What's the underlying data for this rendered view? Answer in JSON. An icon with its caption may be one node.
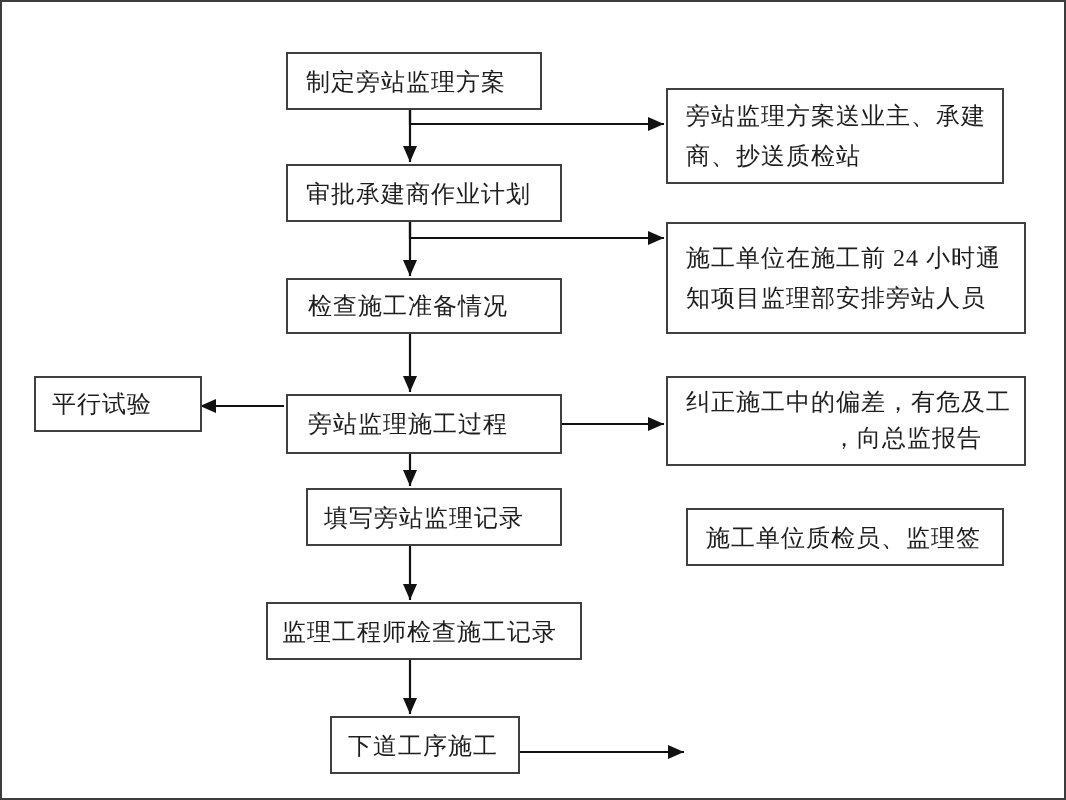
{
  "diagram": {
    "nodes": [
      {
        "text": [
          "制定旁站监理方案"
        ]
      },
      {
        "text": [
          "旁站监理方案送业主、承建商、抄送质检站"
        ]
      },
      {
        "text": [
          "审批承建商作业计划"
        ]
      },
      {
        "text": [
          "施工单位在施工前 24 小时通知项目监理部安排旁站人员"
        ]
      },
      {
        "text": [
          "检查施工准备情况"
        ]
      },
      {
        "text": [
          "平行试验"
        ]
      },
      {
        "text": [
          "旁站监理施工过程"
        ]
      },
      {
        "text": [
          "纠正施工中的偏差，有危及工",
          "，向总监报告"
        ]
      },
      {
        "text": [
          "填写旁站监理记录"
        ]
      },
      {
        "text": [
          "施工单位质检员、监理签"
        ]
      },
      {
        "text": [
          "监理工程师检查施工记录"
        ]
      },
      {
        "text": [
          "下道工序施工"
        ]
      }
    ],
    "edges": [
      {
        "from": 0,
        "to": 2,
        "arrow": "to"
      },
      {
        "from": 0,
        "to": 1,
        "arrow": "to"
      },
      {
        "from": 2,
        "to": 4,
        "arrow": "to"
      },
      {
        "from": 2,
        "to": 3,
        "arrow": "to"
      },
      {
        "from": 4,
        "to": 6,
        "arrow": "to"
      },
      {
        "from": 6,
        "to": 5,
        "arrow": "to"
      },
      {
        "from": 6,
        "to": 7,
        "arrow": "to"
      },
      {
        "from": 6,
        "to": 8,
        "arrow": "to"
      },
      {
        "from": 8,
        "to": 10,
        "arrow": "to"
      },
      {
        "from": 10,
        "to": 11,
        "arrow": "to"
      },
      {
        "from": 11,
        "to": null,
        "arrow": "to"
      }
    ]
  }
}
